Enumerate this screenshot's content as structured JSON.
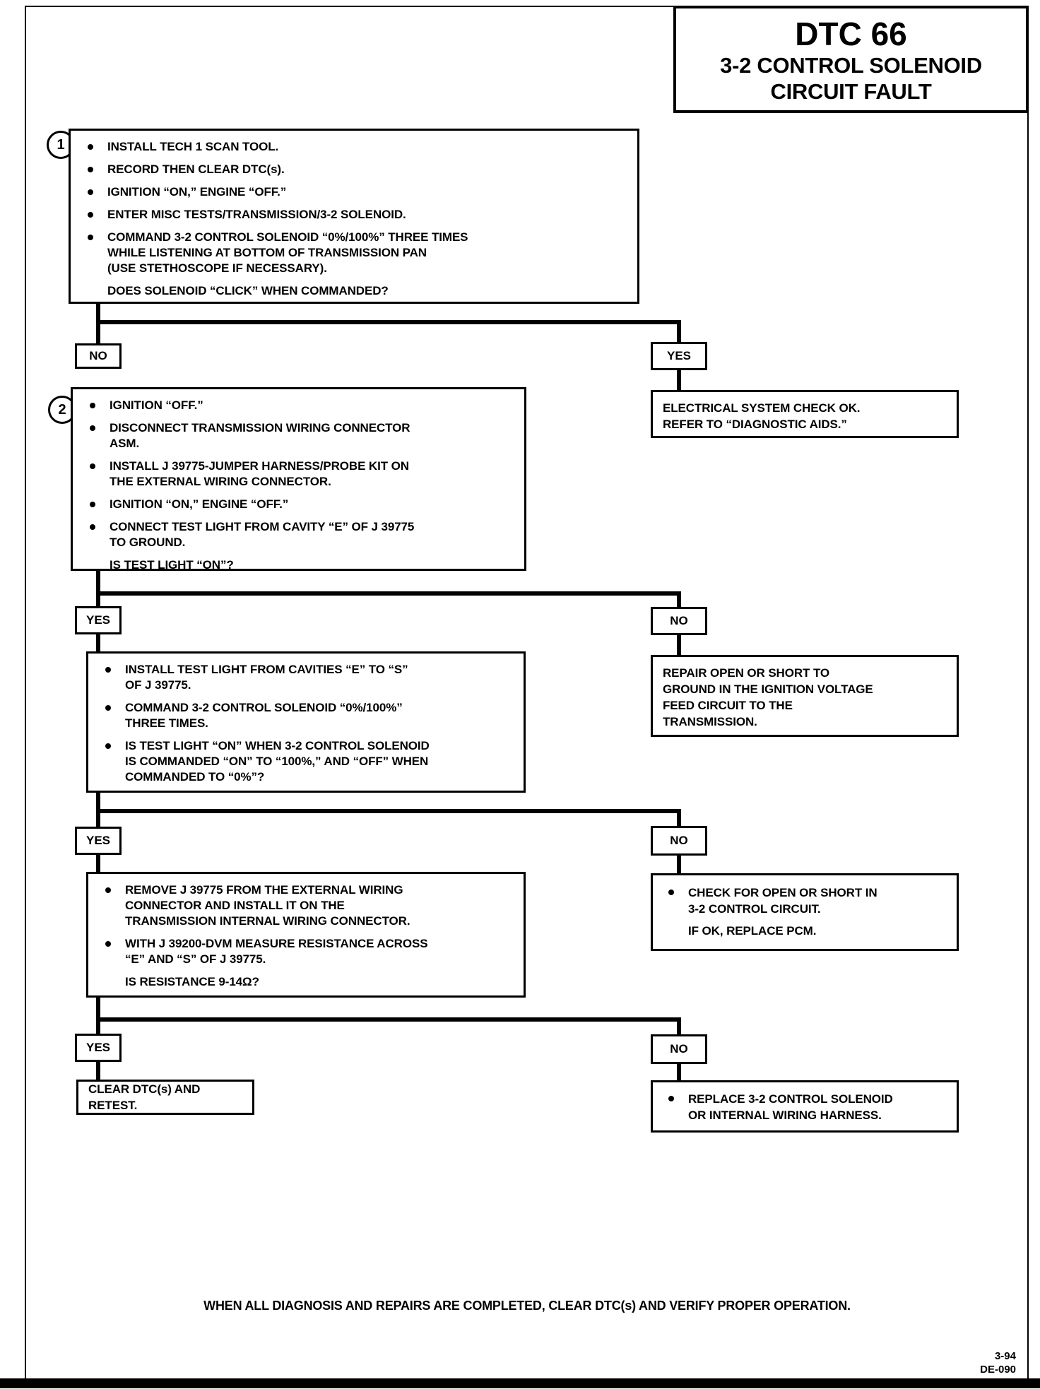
{
  "title": {
    "dtc": "DTC 66",
    "line2": "3-2 CONTROL SOLENOID",
    "line3": "CIRCUIT FAULT"
  },
  "step1": {
    "number": "1",
    "bullets": [
      "INSTALL TECH 1 SCAN TOOL.",
      "RECORD THEN CLEAR DTC(s).",
      "IGNITION “ON,” ENGINE “OFF.”",
      "ENTER MISC TESTS/TRANSMISSION/3-2 SOLENOID.",
      "COMMAND 3-2 CONTROL SOLENOID “0%/100%” THREE TIMES\nWHILE LISTENING AT BOTTOM OF TRANSMISSION PAN\n(USE STETHOSCOPE IF NECESSARY)."
    ],
    "question": "DOES SOLENOID “CLICK” WHEN COMMANDED?"
  },
  "step2": {
    "number": "2",
    "bullets": [
      "IGNITION “OFF.”",
      "DISCONNECT TRANSMISSION WIRING CONNECTOR\nASM.",
      "INSTALL J 39775-JUMPER HARNESS/PROBE KIT ON\nTHE EXTERNAL WIRING CONNECTOR.",
      "IGNITION “ON,” ENGINE “OFF.”",
      "CONNECT TEST LIGHT FROM CAVITY “E” OF J 39775\nTO GROUND."
    ],
    "question": "IS TEST LIGHT “ON”?"
  },
  "step3": {
    "bullets": [
      "INSTALL TEST LIGHT FROM CAVITIES “E” TO “S”\nOF J 39775.",
      "COMMAND 3-2 CONTROL SOLENOID “0%/100%”\nTHREE TIMES.",
      "IS TEST LIGHT “ON” WHEN 3-2 CONTROL SOLENOID\nIS COMMANDED “ON” TO “100%,” AND “OFF” WHEN\nCOMMANDED TO “0%”?"
    ]
  },
  "step4": {
    "bullets": [
      "REMOVE J 39775 FROM THE EXTERNAL WIRING\nCONNECTOR AND INSTALL IT ON THE\nTRANSMISSION INTERNAL WIRING CONNECTOR.",
      "WITH J 39200-DVM MEASURE RESISTANCE ACROSS\n“E” AND “S” OF J 39775."
    ],
    "question": "IS RESISTANCE 9-14Ω?"
  },
  "decisions": [
    {
      "left": "NO",
      "right": "YES"
    },
    {
      "left": "YES",
      "right": "NO"
    },
    {
      "left": "YES",
      "right": "NO"
    },
    {
      "left": "YES",
      "right": "NO"
    }
  ],
  "results": {
    "electrical": "ELECTRICAL SYSTEM CHECK OK.\nREFER TO “DIAGNOSTIC AIDS.”",
    "repair": "REPAIR OPEN OR SHORT TO\nGROUND IN THE IGNITION VOLTAGE\nFEED CIRCUIT TO THE\nTRANSMISSION.",
    "check_bullet": "CHECK FOR OPEN OR SHORT IN\n3-2 CONTROL CIRCUIT.",
    "check_sub": "IF OK, REPLACE PCM.",
    "clear": "CLEAR DTC(s) AND RETEST.",
    "replace_bullet": "REPLACE 3-2 CONTROL SOLENOID\nOR INTERNAL WIRING HARNESS."
  },
  "footer": {
    "note": "WHEN ALL DIAGNOSIS AND REPAIRS ARE COMPLETED, CLEAR DTC(s) AND VERIFY PROPER OPERATION.",
    "page_ref1": "3-94",
    "page_ref2": "DE-090"
  }
}
